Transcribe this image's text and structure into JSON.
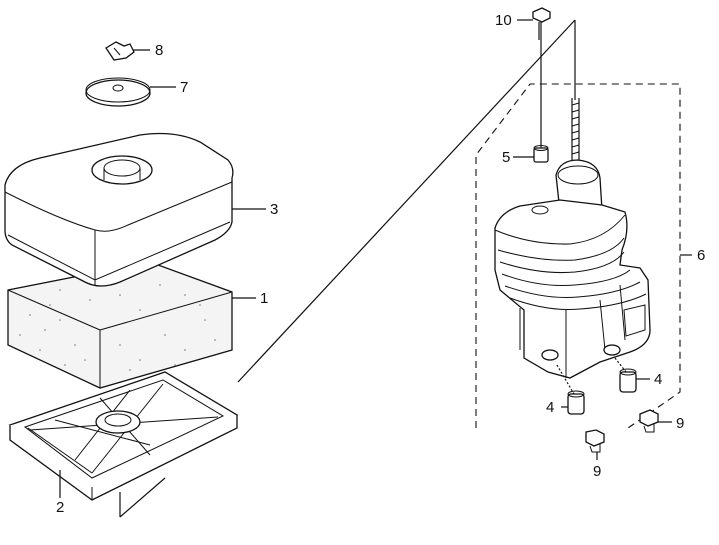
{
  "callouts": {
    "c1": "1",
    "c2": "2",
    "c3": "3",
    "c4a": "4",
    "c4b": "4",
    "c5": "5",
    "c6": "6",
    "c7": "7",
    "c8": "8",
    "c9a": "9",
    "c9b": "9",
    "c10": "10"
  },
  "colors": {
    "line": "#111111",
    "background": "#ffffff",
    "foam_fill": "#f4f4f4"
  }
}
